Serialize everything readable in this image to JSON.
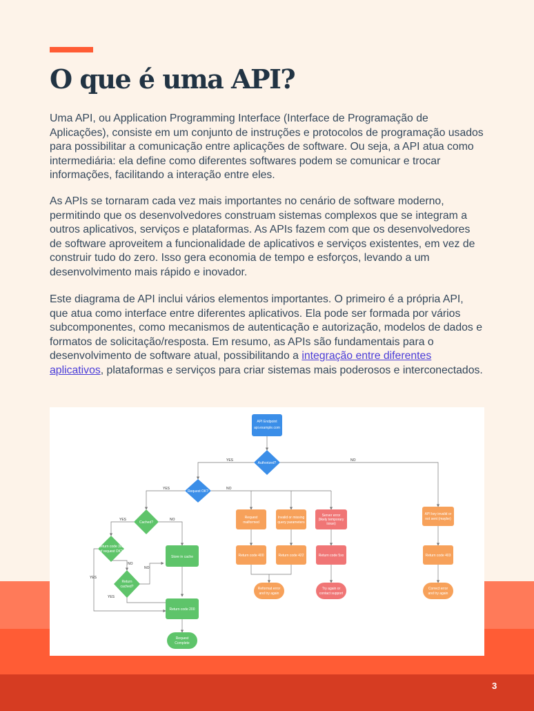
{
  "header": {
    "title": "O que é uma API?"
  },
  "content": {
    "paragraph_1": "Uma API, ou Application Programming Interface (Interface de Programação de Aplicações), consiste em um conjunto de instruções e protocolos de programação usados para possibilitar a comunicação entre aplicações de software. Ou seja, a API atua como intermediária: ela define como diferentes softwares podem se comunicar e trocar informações, facilitando a interação entre eles.",
    "paragraph_2": "As APIs se tornaram cada vez mais importantes no cenário de software moderno, permitindo que os desenvolvedores construam sistemas complexos que se integram a outros aplicativos, serviços e plataformas. As APIs fazem com que os desenvolvedores de software aproveitem a funcionalidade de aplicativos e serviços existentes, em vez de construir tudo do zero. Isso gera economia de tempo e esforços, levando a um desenvolvimento mais rápido e inovador.",
    "paragraph_3_before_link": "Este diagrama de API inclui vários elementos importantes. O primeiro é a própria API, que atua como interface entre diferentes aplicativos. Ela pode ser formada por vários subcomponentes, como mecanismos de autenticação e autorização, modelos de dados e formatos de solicitação/resposta. Em resumo, as APIs são fundamentais para o desenvolvimento de software atual, possibilitando a ",
    "paragraph_3_link": "integração entre diferentes aplicativos",
    "paragraph_3_after_link": ", plataformas e serviços para criar sistemas mais poderosos e interconectados."
  },
  "diagram": {
    "colors": {
      "blue": "#3b8ee8",
      "green": "#5ec46a",
      "orange": "#f7a15a",
      "red": "#f07575",
      "line": "#777777"
    },
    "nodes": {
      "endpoint_l1": "API Endpoint",
      "endpoint_l2": "api.example.com",
      "authorized": "Authorized?",
      "request_ok": "Request OK?",
      "cached": "Cached?",
      "return_302_l1": "Return code 302",
      "return_302_l2": "of request OK?",
      "store_cache": "Store in cache",
      "return_cached_l1": "Return",
      "return_cached_l2": "cached?",
      "return_200": "Return code 200",
      "request_complete_l1": "Request",
      "request_complete_l2": "Complete",
      "req_malformed_l1": "Request",
      "req_malformed_l2": "malformed",
      "missing_params_l1": "Invalid or missing",
      "missing_params_l2": "query parameters",
      "server_error_l1": "Server error",
      "server_error_l2": "(likely temporary",
      "server_error_l3": "issue)",
      "code_400": "Return code 400",
      "code_422": "Return code 422",
      "code_5xx": "Return code 5xx",
      "retry_1_l1": "Reformat error",
      "retry_1_l2": "and try again",
      "retry_2_l1": "Try again or",
      "retry_2_l2": "contact support",
      "api_key_l1": "API key invalid or",
      "api_key_l2": "not sent (maybe)",
      "code_403": "Return code 403",
      "retry_3_l1": "Correct error",
      "retry_3_l2": "and try again"
    },
    "edges": {
      "yes_1": "YES",
      "no_1": "NO",
      "yes_2": "YES",
      "no_2": "NO",
      "yes_3": "YES",
      "no_3": "NO",
      "no_4": "NO",
      "no_5": "NO",
      "yes_4": "YES",
      "yes_5": "YES"
    }
  },
  "footer": {
    "page_number": "3"
  }
}
